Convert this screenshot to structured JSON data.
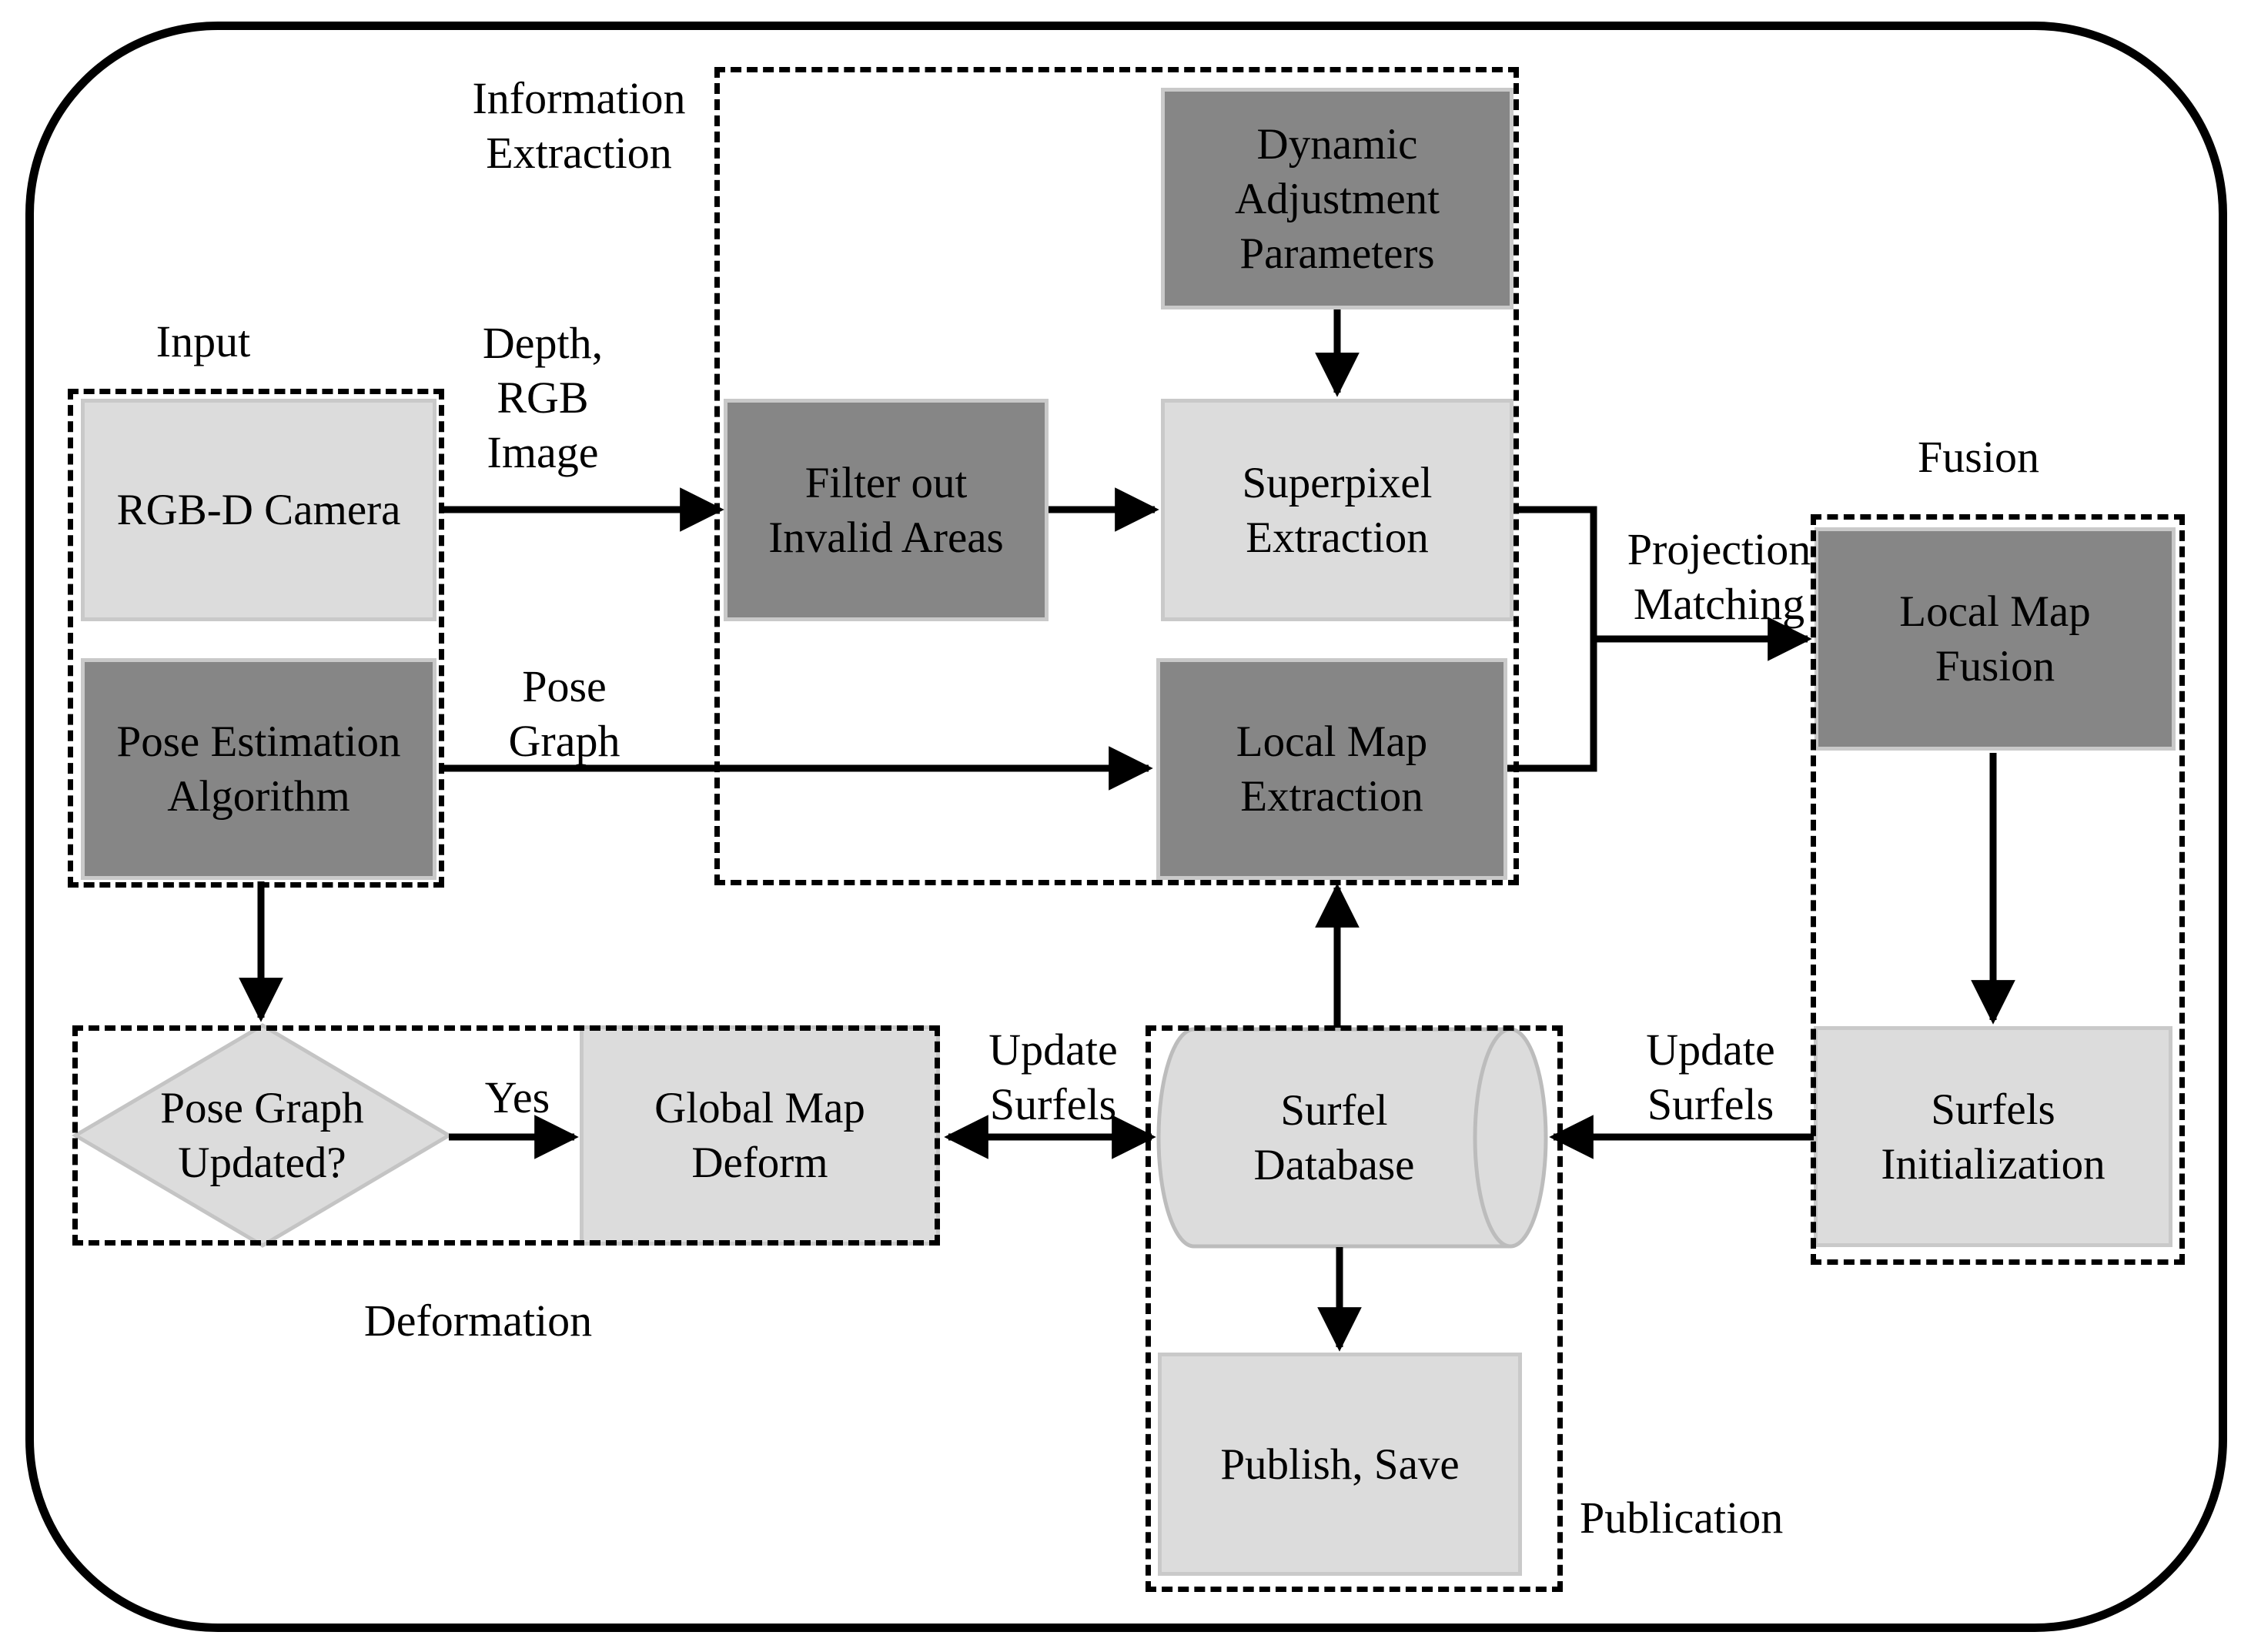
{
  "colors": {
    "node_dark": "#868686",
    "node_light": "#dcdcdc",
    "node_border": "#c9c9c9",
    "line": "#000000",
    "background": "#ffffff"
  },
  "sections": {
    "input": {
      "label": "Input"
    },
    "information_extraction": {
      "label": "Information\nExtraction"
    },
    "fusion": {
      "label": "Fusion"
    },
    "deformation": {
      "label": "Deformation"
    },
    "publication": {
      "label": "Publication"
    }
  },
  "nodes": {
    "rgbd_camera": {
      "label": "RGB-D Camera",
      "style": "light",
      "shape": "rect"
    },
    "pose_estimation": {
      "label": "Pose Estimation\nAlgorithm",
      "style": "dark",
      "shape": "rect"
    },
    "filter_invalid": {
      "label": "Filter out\nInvalid Areas",
      "style": "dark",
      "shape": "rect"
    },
    "dynamic_adjustment": {
      "label": "Dynamic\nAdjustment\nParameters",
      "style": "dark",
      "shape": "rect"
    },
    "superpixel_extraction": {
      "label": "Superpixel\nExtraction",
      "style": "light",
      "shape": "rect"
    },
    "local_map_extraction": {
      "label": "Local Map\nExtraction",
      "style": "dark",
      "shape": "rect"
    },
    "local_map_fusion": {
      "label": "Local Map\nFusion",
      "style": "dark",
      "shape": "rect"
    },
    "surfels_initialization": {
      "label": "Surfels\nInitialization",
      "style": "light",
      "shape": "rect"
    },
    "surfel_database": {
      "label": "Surfel\nDatabase",
      "style": "light",
      "shape": "cylinder"
    },
    "global_map_deform": {
      "label": "Global Map\nDeform",
      "style": "light",
      "shape": "rect"
    },
    "pose_graph_updated": {
      "label": "Pose Graph\nUpdated?",
      "style": "light",
      "shape": "diamond"
    },
    "publish_save": {
      "label": "Publish, Save",
      "style": "light",
      "shape": "rect"
    }
  },
  "edge_labels": {
    "depth_rgb_image": "Depth,\nRGB\nImage",
    "pose_graph": "Pose\nGraph",
    "projection_matching": "Projection\nMatching",
    "yes": "Yes",
    "update_surfels_left": "Update\nSurfels",
    "update_surfels_right": "Update\nSurfels"
  }
}
